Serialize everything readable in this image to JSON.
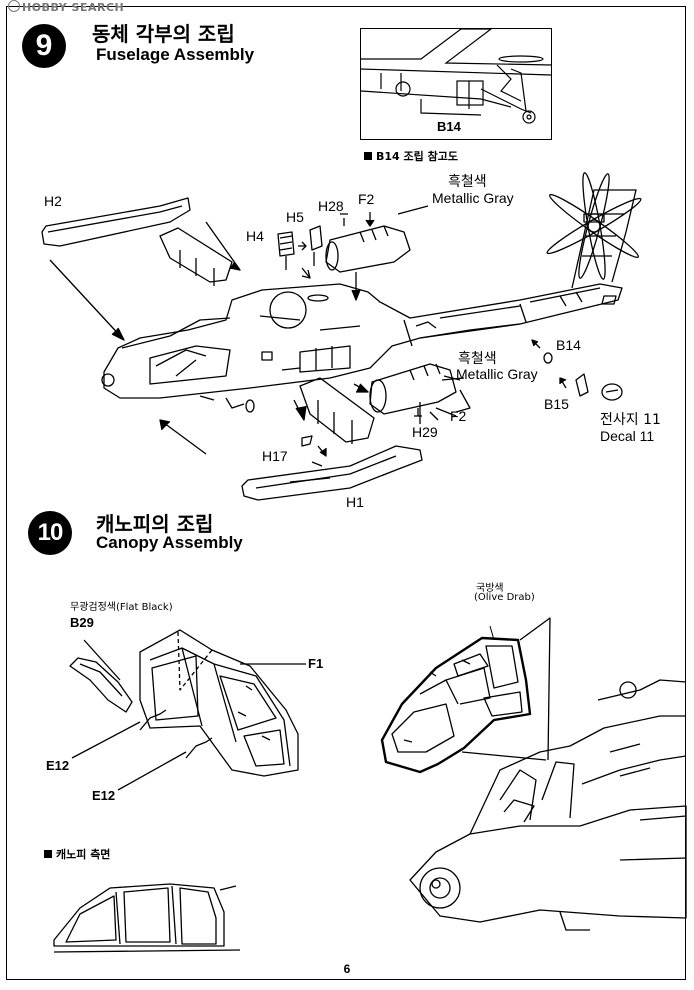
{
  "watermark": "HOBBY SEARCH",
  "step9": {
    "number": "9",
    "title_ko": "동체 각부의 조립",
    "title_en": "Fuselage Assembly",
    "ref_box_label": "B14",
    "ref_caption": "B14 조립 참고도",
    "parts": {
      "h2": "H2",
      "h4": "H4",
      "h5": "H5",
      "h28": "H28",
      "f2_top": "F2",
      "color1_ko": "흑철색",
      "color1_en": "Metallic Gray",
      "color2_ko": "흑철색",
      "color2_en": "Metallic Gray",
      "b14": "B14",
      "b15": "B15",
      "f2_bottom": "F2",
      "h29": "H29",
      "h17": "H17",
      "h1": "H1",
      "decal_ko": "전사지 11",
      "decal_en": "Decal 11"
    }
  },
  "step10": {
    "number": "10",
    "title_ko": "캐노피의 조립",
    "title_en": "Canopy Assembly",
    "parts": {
      "flat_black": "무광검정색(Flat Black)",
      "b29": "B29",
      "f1": "F1",
      "e12_a": "E12",
      "e12_b": "E12",
      "olive_ko": "국방색",
      "olive_en": "(Olive Drab)",
      "side_view": "캐노피 측면"
    }
  },
  "page_number": "6"
}
